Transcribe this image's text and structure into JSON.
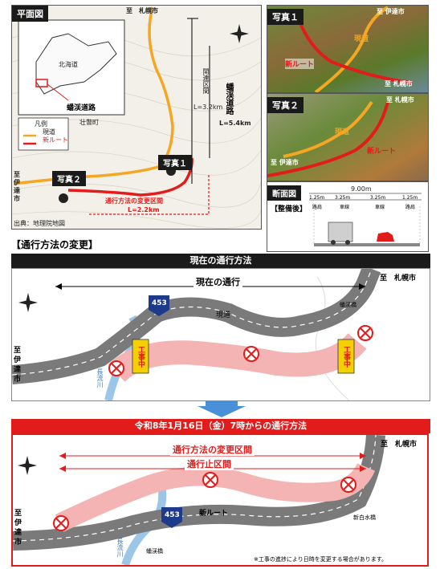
{
  "plan": {
    "tag": "平面図",
    "to_north": "至　札幌市",
    "road_name": "蟠渓道路",
    "road_length": "L=5.4km",
    "section_label": "関連区間",
    "section_length": "L=3.2km",
    "change_label": "通行方法の変更区間",
    "change_length": "L=2.2km",
    "to_west": "至 伊達市",
    "photo1": "写真１",
    "photo2": "写真２",
    "source": "出典：地理院地図",
    "inset_road": "蟠渓道路",
    "inset_region": "北海道",
    "inset_town": "壮瞥町",
    "legend_title": "凡例",
    "legend_current": "現道",
    "legend_new": "新ルート"
  },
  "photo1": {
    "tag": "写真１",
    "to": "至 伊達市",
    "label_current": "現道",
    "label_new": "新ルート",
    "to_south": "至 札幌市"
  },
  "photo2": {
    "tag": "写真２",
    "to": "至 札幌市",
    "label_current": "現道",
    "label_new": "新ルート",
    "to_south": "至 伊達市"
  },
  "section": {
    "tag": "断面図",
    "after": "【整備後】",
    "total": "9.00m",
    "dims": [
      "1.25m",
      "3.25m",
      "3.25m",
      "1.25m"
    ],
    "lane_labels": [
      "路肩",
      "車線",
      "車線",
      "路肩"
    ]
  },
  "heading": "【通行方法の変更】",
  "current": {
    "banner": "現在の通行方法",
    "span_label": "現在の通行",
    "to_north": "至　札幌市",
    "to_south": "至\n伊\n達\n市",
    "route_no": "453",
    "road_label": "現道",
    "river": "長流川",
    "bridge": "蟠渓橋",
    "sign_text": "工事中"
  },
  "future": {
    "banner": "令和8年1月16日（金）7時からの通行方法",
    "change_label": "通行方法の変更区間",
    "closed_label": "通行止区間",
    "to_north": "至　札幌市",
    "to_south": "至\n伊\n達\n市",
    "route_no": "453",
    "new_route": "新ルート",
    "river": "長流川",
    "bridge": "蟠渓橋",
    "bridge2": "新白水橋",
    "note": "※工事の進捗により日時を変更する場合があります。"
  },
  "colors": {
    "current_road": "#f5a623",
    "new_route": "#e21b1b",
    "banner_current": "#1a1a1a",
    "banner_future": "#e21b1b",
    "arrow": "#4a90d9"
  }
}
